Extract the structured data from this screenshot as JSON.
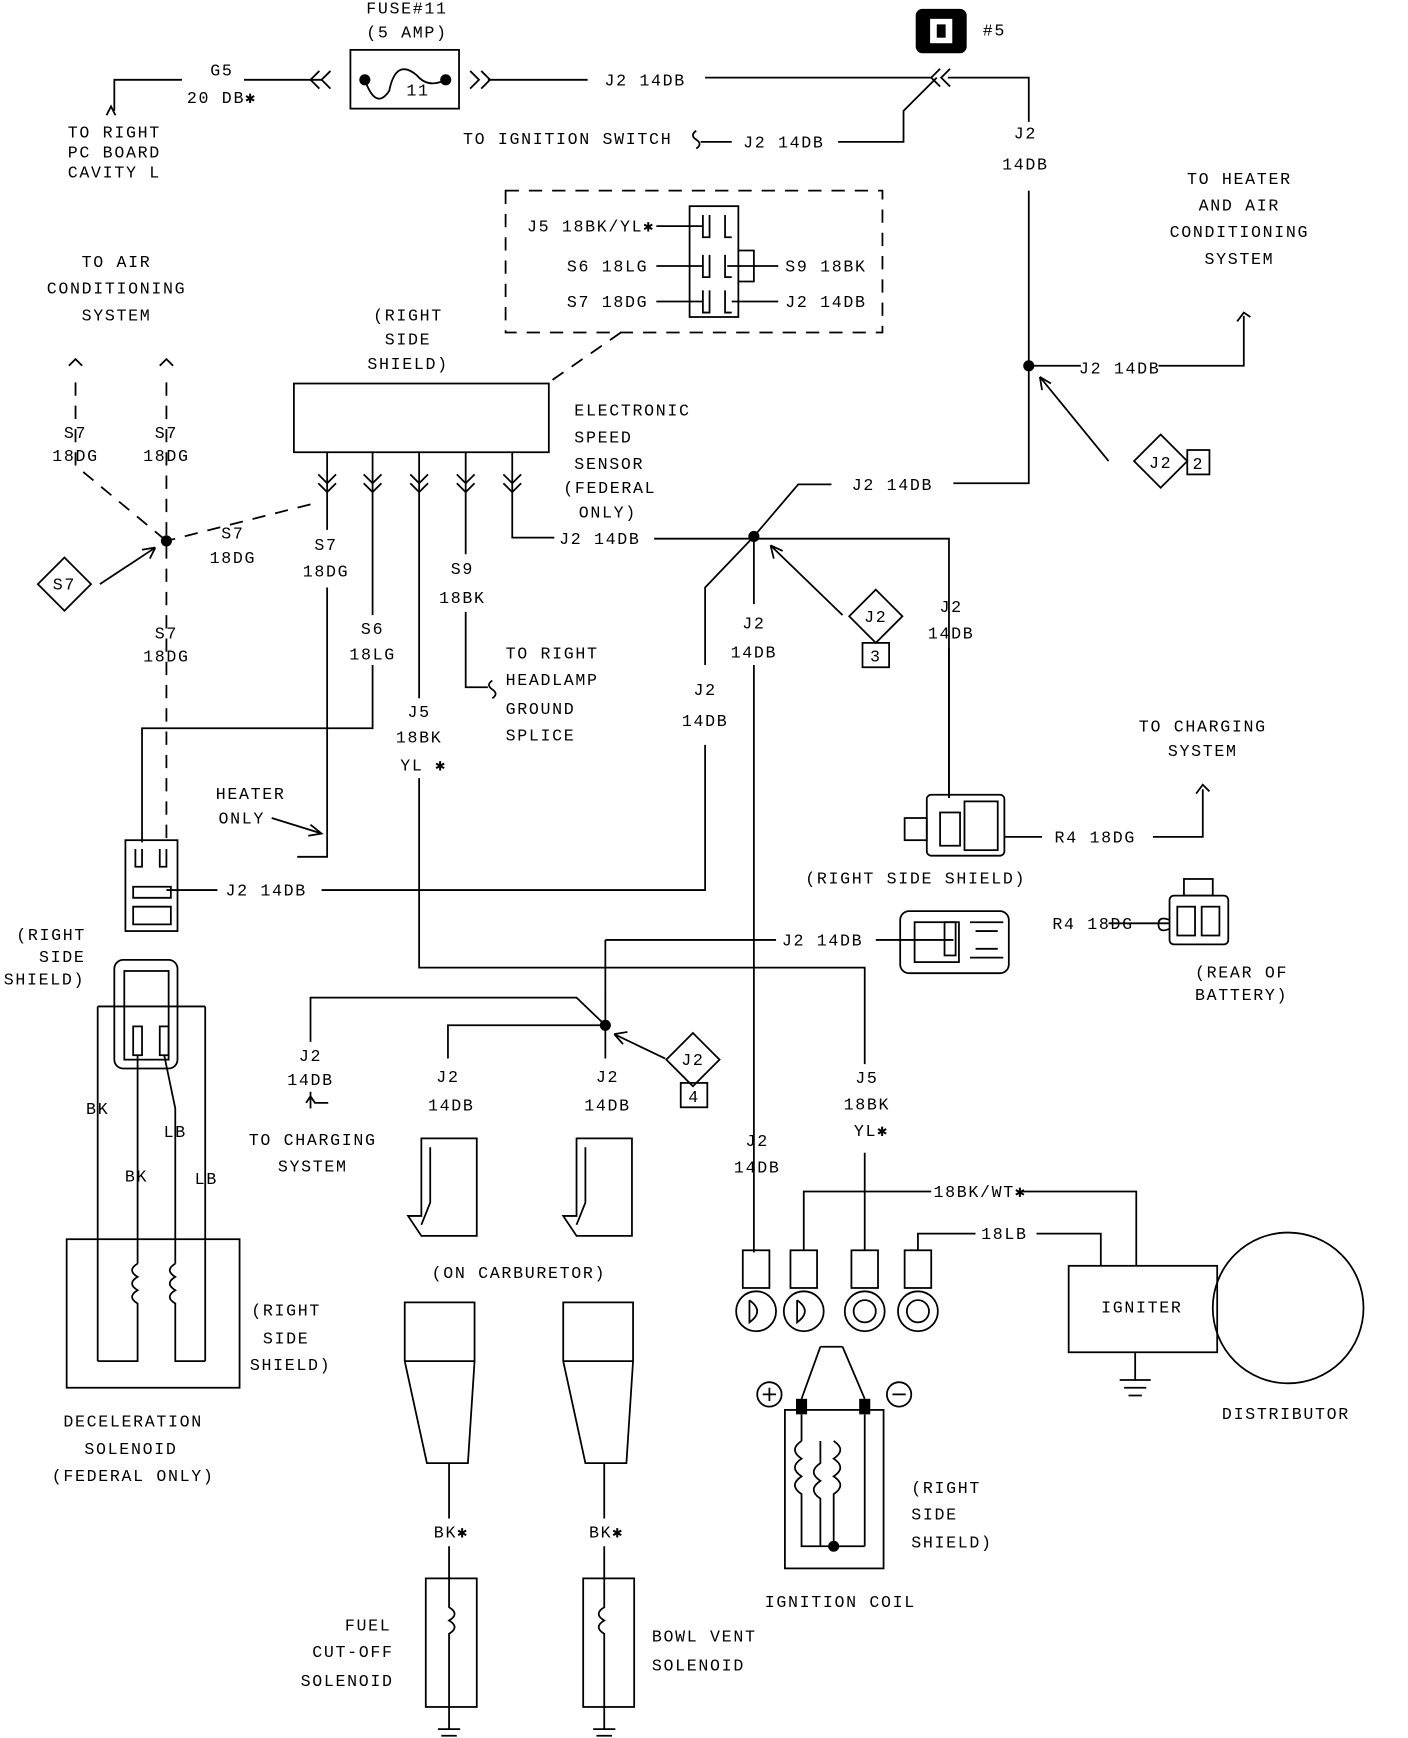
{
  "diagram": {
    "type": "wiring-diagram",
    "labels": [
      "FUSE#11",
      "(5 AMP)",
      "11",
      "G5",
      "20 DB✱",
      "TO RIGHT",
      "PC BOARD",
      "CAVITY L",
      "J2 14DB",
      "#5",
      "TO IGNITION SWITCH",
      "J2 14DB",
      "J2",
      "14DB",
      "TO HEATER",
      "AND AIR",
      "CONDITIONING",
      "SYSTEM",
      "J2 14DB",
      "2",
      "J5 18BK/YL✱",
      "S6 18LG",
      "S7 18DG",
      "S9 18BK",
      "J2 14DB",
      "(RIGHT",
      "SIDE",
      "SHIELD)",
      "ELECTRONIC",
      "SPEED",
      "SENSOR",
      "(FEDERAL",
      "ONLY)",
      "TO AIR",
      "CONDITIONING",
      "SYSTEM",
      "S7",
      "18DG",
      "S7",
      "18DG",
      "S7",
      "18DG",
      "S7",
      "18DG",
      "S7",
      "18DG",
      "S7",
      "J2 14DB",
      "J2 14DB",
      "J2",
      "14DB",
      "J2",
      "14DB",
      "J2",
      "14DB",
      "J2",
      "3",
      "S6",
      "18LG",
      "S9",
      "18BK",
      "TO RIGHT",
      "HEADLAMP",
      "GROUND",
      "SPLICE",
      "J5",
      "18BK",
      "YL ✱",
      "HEATER",
      "ONLY",
      "J2 14DB",
      "TO CHARGING",
      "SYSTEM",
      "R4 18DG",
      "(RIGHT SIDE SHIELD)",
      "J2 14DB",
      "R4 18DG",
      "(REAR OF",
      "BATTERY)",
      "(RIGHT",
      "SIDE",
      "SHIELD)",
      "BK",
      "LB",
      "BK",
      "LB",
      "(RIGHT",
      "SIDE",
      "SHIELD)",
      "DECELERATION",
      "SOLENOID",
      "(FEDERAL ONLY)",
      "J2",
      "14DB",
      "TO CHARGING",
      "SYSTEM",
      "J2",
      "14DB",
      "J2",
      "14DB",
      "J2",
      "4",
      "J5",
      "18BK",
      "YL✱",
      "J2",
      "14DB",
      "18BK/WT✱",
      "18LB",
      "IGNITER",
      "DISTRIBUTOR",
      "(ON CARBURETOR)",
      "BK✱",
      "BK✱",
      "FUEL",
      "CUT-OFF",
      "SOLENOID",
      "BOWL VENT",
      "SOLENOID",
      "(RIGHT",
      "SIDE",
      "SHIELD)",
      "IGNITION COIL"
    ]
  }
}
